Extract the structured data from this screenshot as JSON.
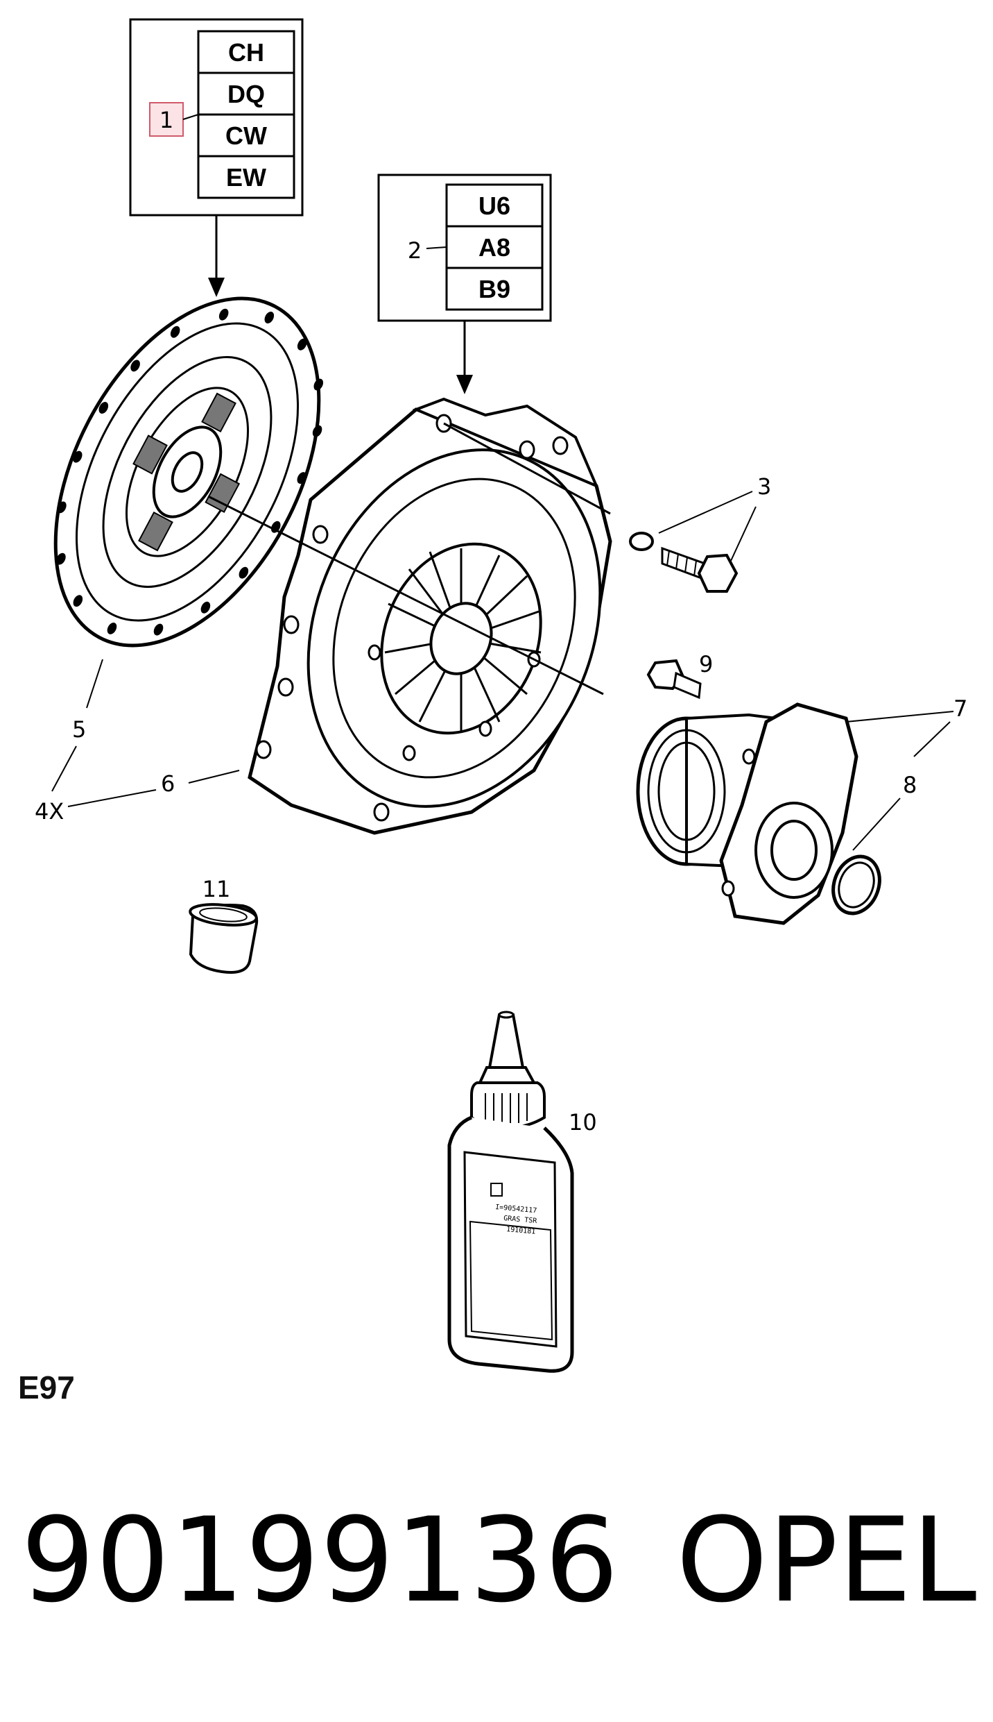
{
  "box1": {
    "callout": "1",
    "codes": [
      "CH",
      "DQ",
      "CW",
      "EW"
    ]
  },
  "box2": {
    "callout": "2",
    "codes": [
      "U6",
      "A8",
      "B9"
    ]
  },
  "callouts": {
    "c3": "3",
    "c4": "4X",
    "c5": "5",
    "c6": "6",
    "c7": "7",
    "c8": "8",
    "c9": "9",
    "c10": "10",
    "c11": "11"
  },
  "bottle_label": [
    "I=90542117",
    "GRAS TSR",
    "1910181"
  ],
  "diagram_code": "E97",
  "footer": {
    "part_number": "90199136",
    "brand": "OPEL"
  }
}
